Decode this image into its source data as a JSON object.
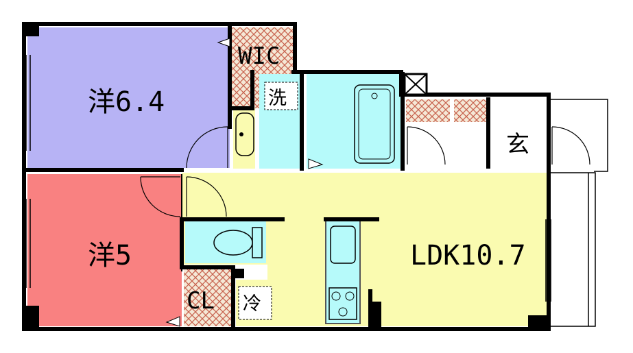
{
  "floorplan": {
    "rooms": {
      "western_room_1": {
        "label": "洋6.4",
        "color": "#b7b3f5"
      },
      "western_room_2": {
        "label": "洋5",
        "color": "#f98181"
      },
      "ldk": {
        "label": "LDK10.7",
        "color": "#fafbb0"
      },
      "walk_in_closet": {
        "label": "WIC"
      },
      "closet": {
        "label": "CL"
      },
      "entrance": {
        "label": "玄"
      },
      "washroom": {
        "label": "洗",
        "color": "#b6fafa"
      },
      "bathroom": {
        "color": "#b6fafa"
      },
      "toilet": {
        "color": "#b6fafa"
      }
    },
    "fixtures": {
      "refrigerator": {
        "label": "冷"
      }
    },
    "colors": {
      "wall": "#000000",
      "storage_hatch": "#c86450",
      "storage_bg": "#f5e8d6"
    }
  }
}
